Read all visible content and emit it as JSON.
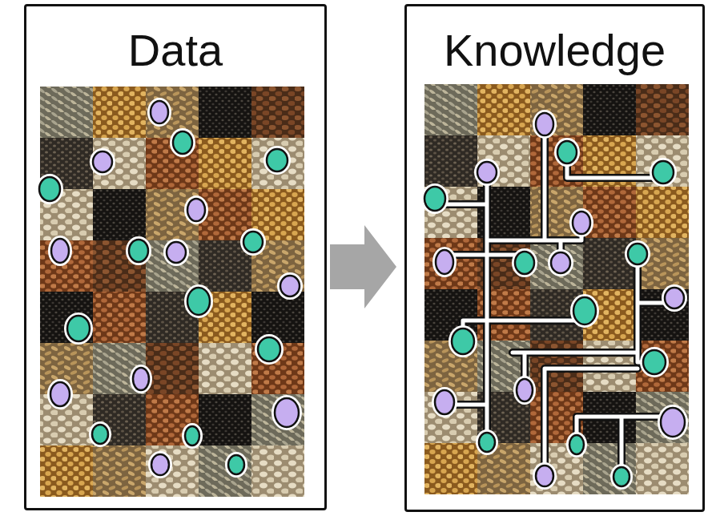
{
  "diagram": {
    "nodes": [
      {
        "text": [
          "Data"
        ]
      },
      {
        "text": [
          "Knowledge"
        ]
      }
    ],
    "edges": [
      {
        "from": 0,
        "to": 1,
        "arrow": "to"
      }
    ]
  }
}
